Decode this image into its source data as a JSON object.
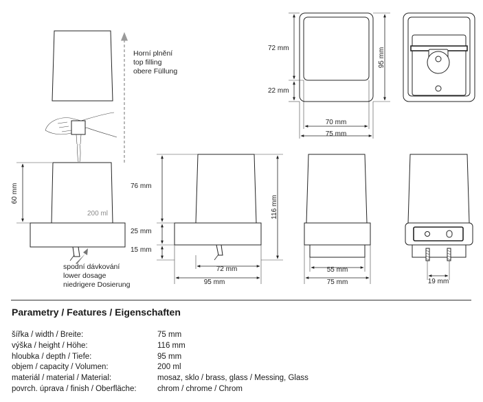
{
  "annotations": {
    "top_filling": [
      "Horní plnění",
      "top filling",
      "obere Füllung"
    ],
    "lower_dosage": [
      "spodní dávkování",
      "lower dosage",
      "niedrigere Dosierung"
    ],
    "capacity_label": "200 ml"
  },
  "dimensions": {
    "front_height": "60 mm",
    "side_upper": "76 mm",
    "side_middle": "25 mm",
    "side_lower": "15 mm",
    "side_total": "116 mm",
    "side_nozzle": "72 mm",
    "side_width": "95 mm",
    "front2_inner": "55 mm",
    "front2_width": "75 mm",
    "rear_spacing": "19 mm",
    "plate_upper": "72 mm",
    "plate_lower": "22 mm",
    "plate_inner": "70 mm",
    "plate_width": "75 mm",
    "plate_height": "95 mm"
  },
  "params": {
    "title": "Parametry / Features / Eigenschaften",
    "rows": [
      {
        "label": "šířka / width / Breite:",
        "value": "75 mm"
      },
      {
        "label": "výška / height / Höhe:",
        "value": "116 mm"
      },
      {
        "label": "hloubka / depth / Tiefe:",
        "value": "95 mm"
      },
      {
        "label": "objem / capacity / Volumen:",
        "value": "200 ml"
      },
      {
        "label": "materiál / material / Material:",
        "value": "mosaz, sklo / brass, glass / Messing, Glass"
      },
      {
        "label": "povrch. úprava / finish / Oberfläche:",
        "value": "chrom / chrome / Chrom"
      }
    ]
  }
}
